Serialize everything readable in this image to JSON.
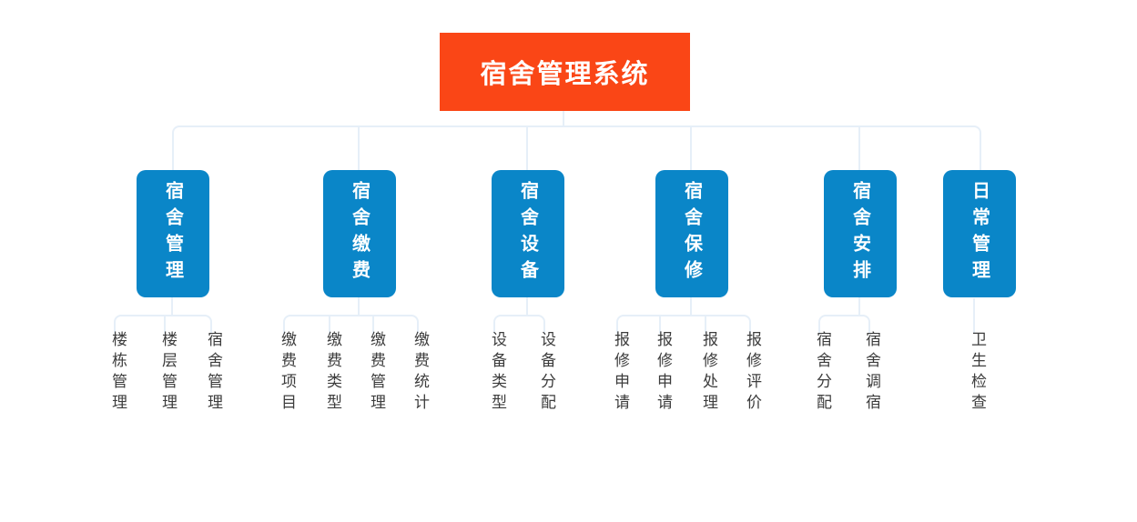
{
  "title": "宿舍管理系统",
  "colors": {
    "root_bg": "#FA4616",
    "node_bg": "#0A86C8",
    "line": "#E6EFF8",
    "leaf_text": "#3C3C3C"
  },
  "branches": [
    {
      "label": "宿舍管理",
      "leaves": [
        "楼栋管理",
        "楼层管理",
        "宿舍管理"
      ]
    },
    {
      "label": "宿舍缴费",
      "leaves": [
        "缴费项目",
        "缴费类型",
        "缴费管理",
        "缴费统计"
      ]
    },
    {
      "label": "宿舍设备",
      "leaves": [
        "设备类型",
        "设备分配"
      ]
    },
    {
      "label": "宿舍保修",
      "leaves": [
        "报修申请",
        "报修申请",
        "报修处理",
        "报修评价"
      ]
    },
    {
      "label": "宿舍安排",
      "leaves": [
        "宿舍分配",
        "宿舍调宿"
      ]
    },
    {
      "label": "日常管理",
      "leaves": [
        "卫生检查"
      ]
    }
  ]
}
